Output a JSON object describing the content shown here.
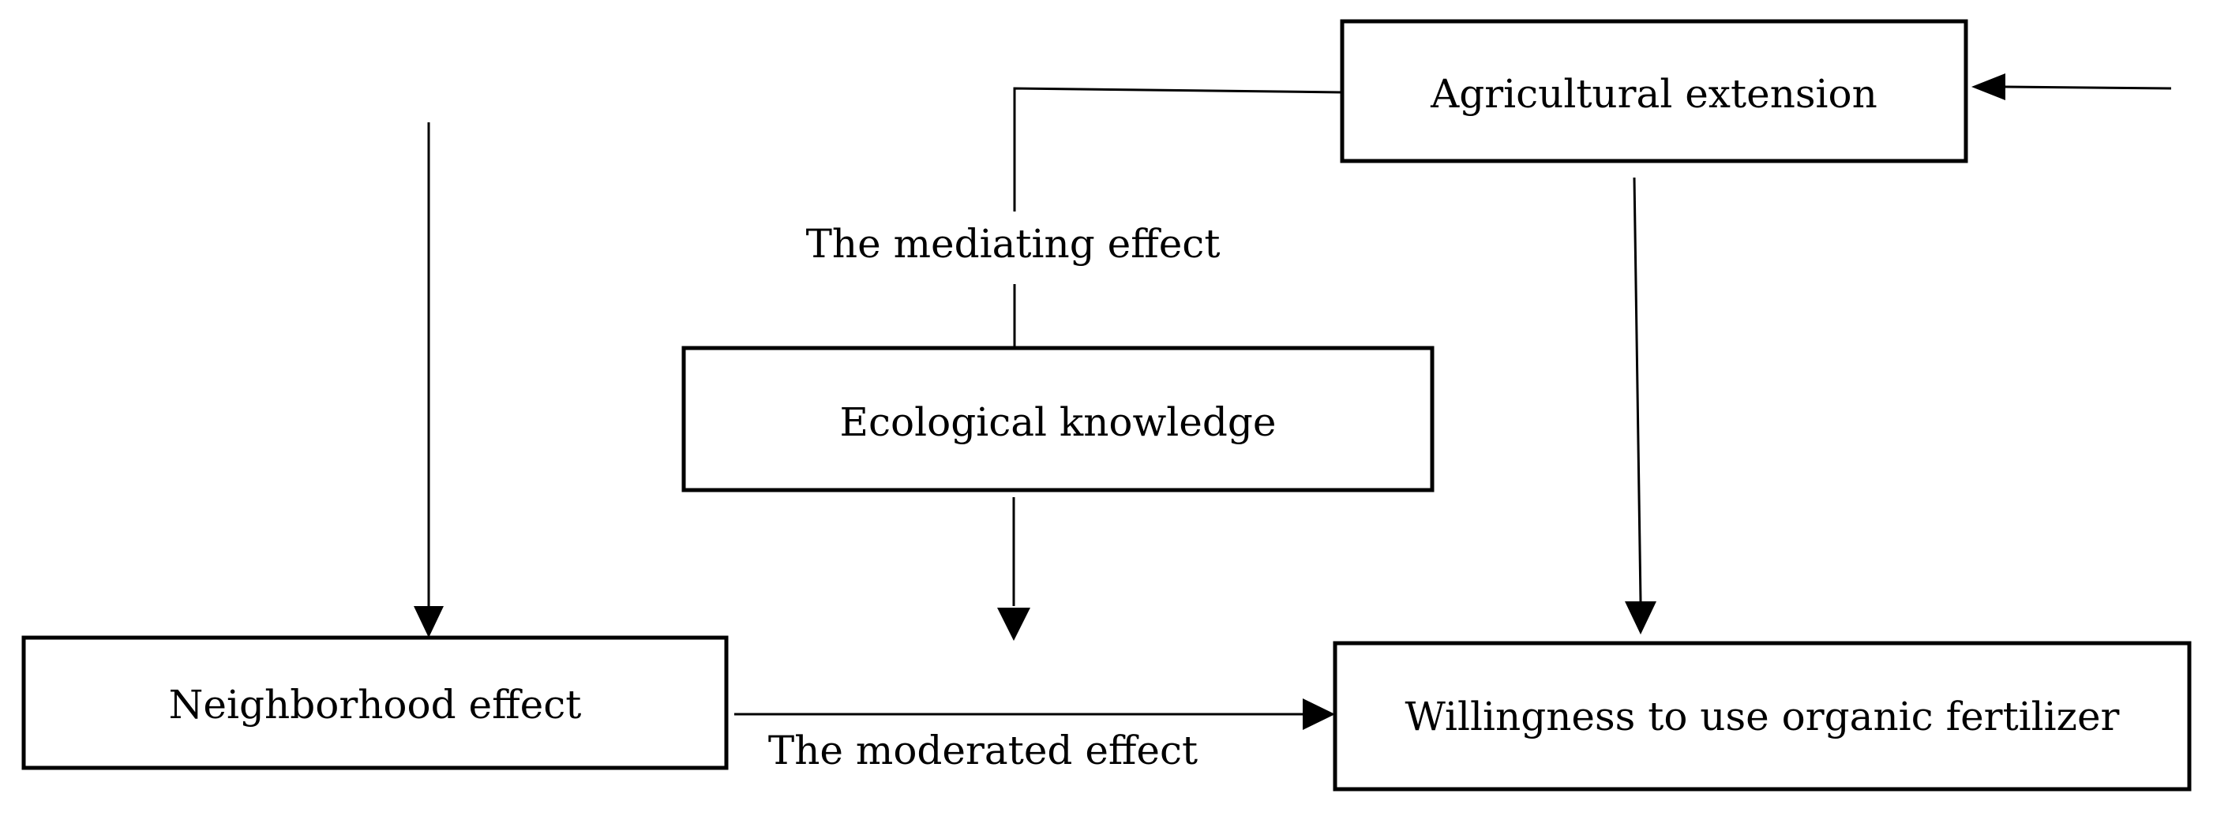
{
  "nodes": {
    "agricultural_extension": "Agricultural extension",
    "ecological_knowledge": "Ecological knowledge",
    "neighborhood_effect": "Neighborhood effect",
    "willingness": "Willingness to use organic fertilizer"
  },
  "edge_labels": {
    "mediating": "The mediating effect",
    "moderated": "The moderated effect"
  },
  "colors": {
    "stroke": "#000000",
    "background": "#ffffff"
  }
}
